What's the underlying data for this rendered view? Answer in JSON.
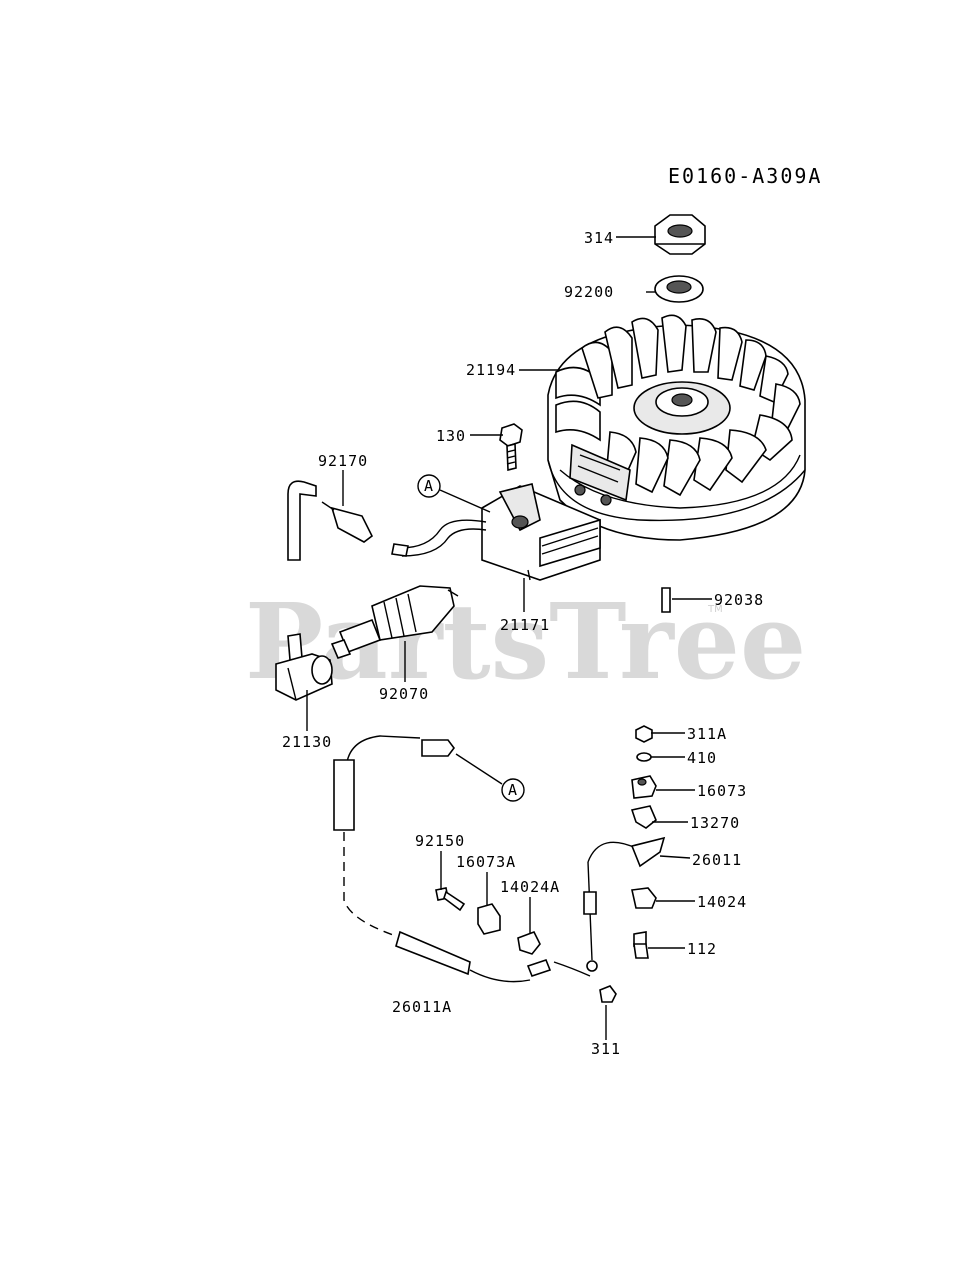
{
  "diagram_code": "E0160-A309A",
  "watermark": {
    "text": "PartsTree",
    "tm": "TM"
  },
  "reference_marker": "A",
  "parts": {
    "p314": "314",
    "p92200": "92200",
    "p21194": "21194",
    "p130": "130",
    "p92170": "92170",
    "p21171": "21171",
    "p92038": "92038",
    "p92070": "92070",
    "p21130": "21130",
    "p311A": "311A",
    "p410": "410",
    "p16073": "16073",
    "p13270": "13270",
    "p26011": "26011",
    "p14024": "14024",
    "p112": "112",
    "p92150": "92150",
    "p16073A": "16073A",
    "p14024A": "14024A",
    "p26011A": "26011A",
    "p311": "311"
  }
}
